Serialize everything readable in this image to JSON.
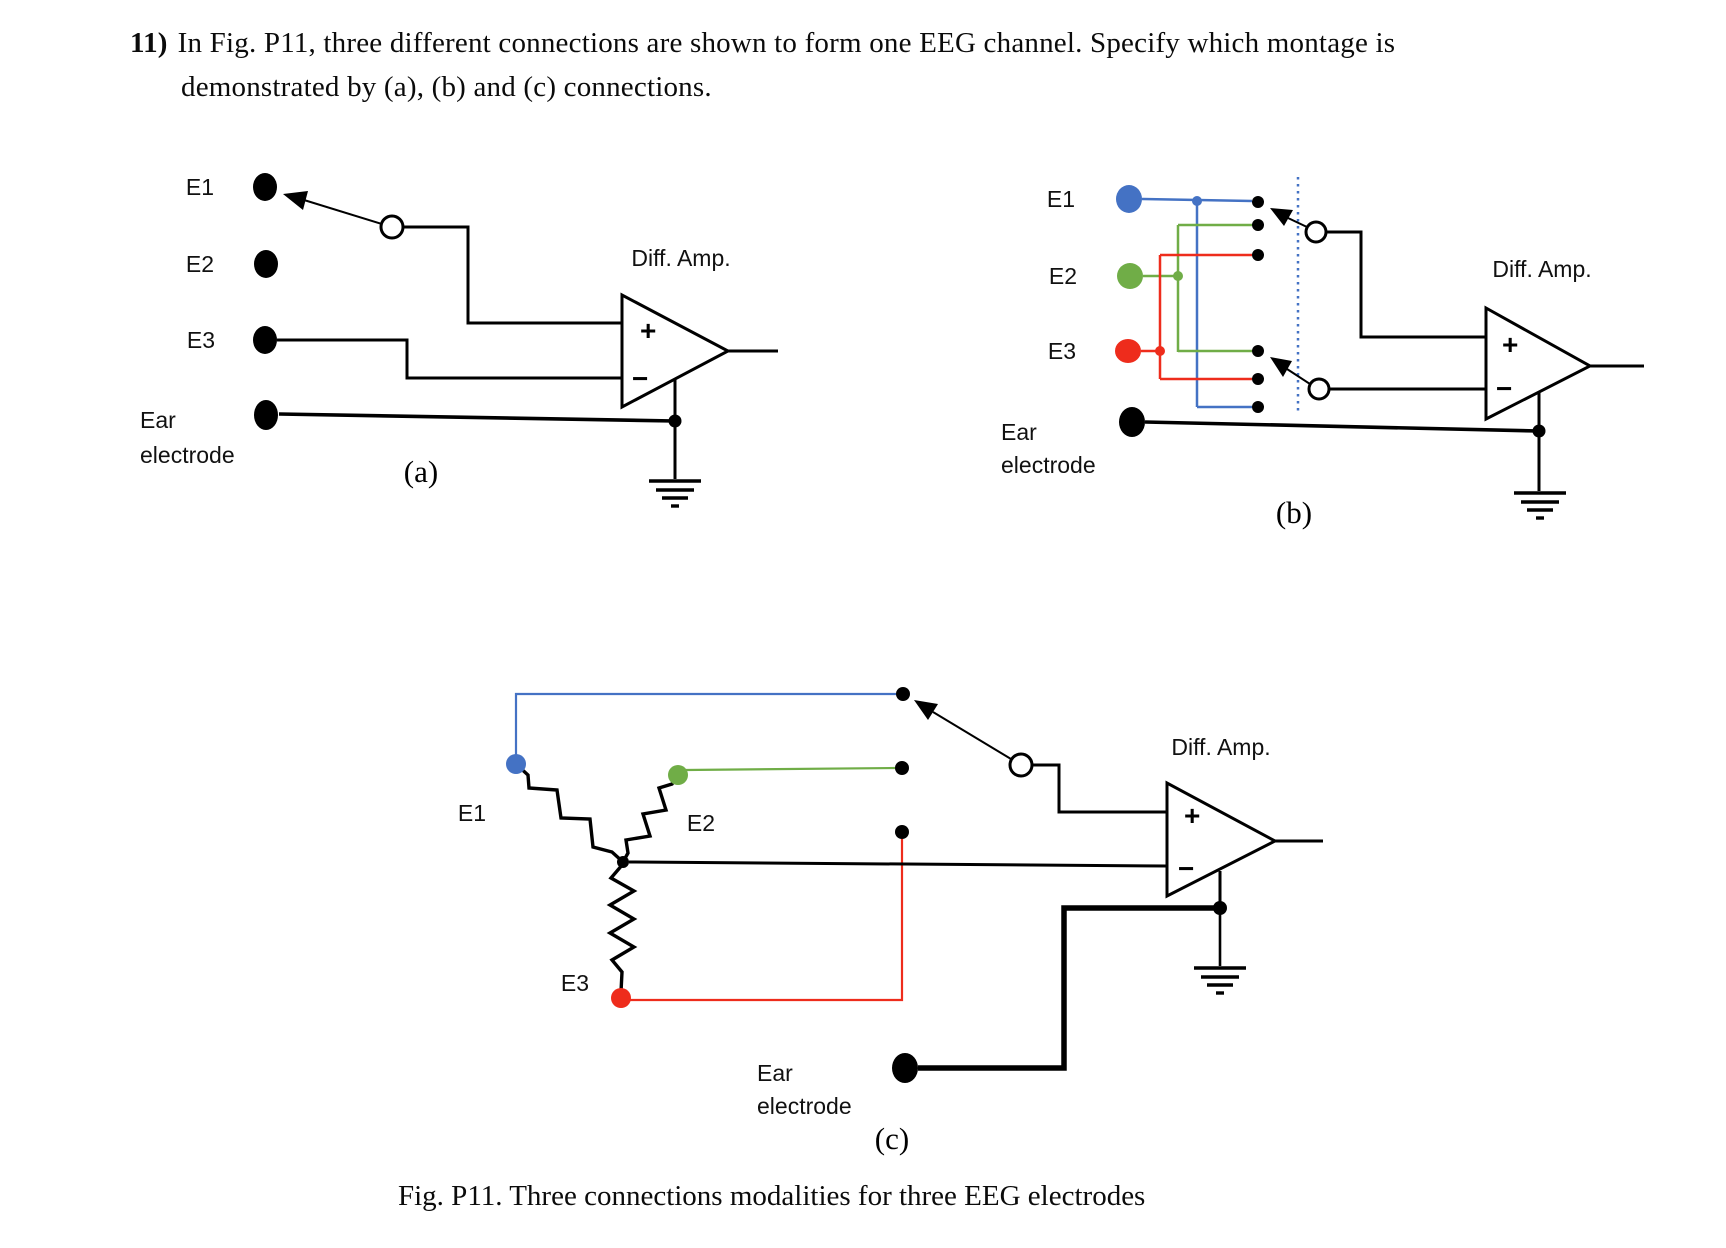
{
  "question": {
    "number": "11)",
    "line1": "In Fig. P11, three different connections are shown to form one EEG channel. Specify which montage is",
    "line2": "demonstrated by (a), (b) and (c) connections."
  },
  "figure_caption": "Fig. P11. Three connections modalities for three EEG electrodes",
  "colors": {
    "e1_blue": "#4472C4",
    "e2_green": "#70AD47",
    "e3_red": "#EE2C1C",
    "wire_black": "#000000"
  },
  "diagrams": {
    "a": {
      "label": "(a)",
      "e1": "E1",
      "e2": "E2",
      "e3": "E3",
      "ear_line1": "Ear",
      "ear_line2": "electrode",
      "amp": "Diff. Amp.",
      "plus": "+",
      "minus": "−"
    },
    "b": {
      "label": "(b)",
      "e1": "E1",
      "e2": "E2",
      "e3": "E3",
      "ear_line1": "Ear",
      "ear_line2": "electrode",
      "amp": "Diff. Amp.",
      "plus": "+",
      "minus": "−"
    },
    "c": {
      "label": "(c)",
      "e1": "E1",
      "e2": "E2",
      "e3": "E3",
      "ear_line1": "Ear",
      "ear_line2": "electrode",
      "amp": "Diff. Amp.",
      "plus": "+",
      "minus": "−"
    }
  }
}
